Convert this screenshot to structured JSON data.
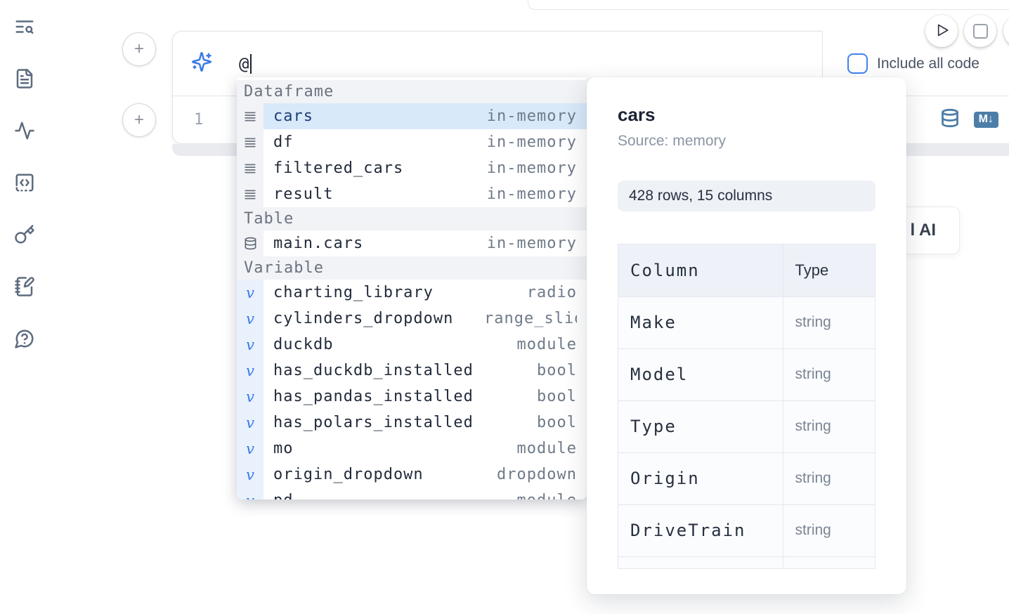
{
  "app": {
    "accent_blue": "#3b7ce4",
    "steel_blue": "#4d7ea8",
    "selection_blue": "#d8e9fa"
  },
  "sidebar": {
    "icons": [
      "text-search-icon",
      "file-text-icon",
      "activity-icon",
      "code-square-icon",
      "key-icon",
      "notebook-pen-icon",
      "help-circle-icon"
    ]
  },
  "run_controls": {
    "icons": [
      "play-icon",
      "stop-icon",
      "partial-button-icon"
    ]
  },
  "prompt": {
    "value": "@",
    "include_all_code_label": "Include all code",
    "checkbox_checked": false,
    "sparkle_icon": "sparkles-icon"
  },
  "editor": {
    "line_number": "1",
    "markdown_badge": "M↓",
    "database_icon": "database-icon"
  },
  "autocomplete": {
    "sections": [
      {
        "label": "Dataframe",
        "kind": "dataframe",
        "icon": "dataframe-rows-icon",
        "items": [
          {
            "name": "cars",
            "type": "in-memory",
            "selected": true
          },
          {
            "name": "df",
            "type": "in-memory"
          },
          {
            "name": "filtered_cars",
            "type": "in-memory"
          },
          {
            "name": "result",
            "type": "in-memory"
          }
        ]
      },
      {
        "label": "Table",
        "kind": "table",
        "icon": "database-icon",
        "items": [
          {
            "name": "main.cars",
            "type": "in-memory"
          }
        ]
      },
      {
        "label": "Variable",
        "kind": "variable",
        "icon": "variable-icon",
        "items": [
          {
            "name": "charting_library",
            "type": "radio"
          },
          {
            "name": "cylinders_dropdown",
            "type": "range_slider"
          },
          {
            "name": "duckdb",
            "type": "module"
          },
          {
            "name": "has_duckdb_installed",
            "type": "bool"
          },
          {
            "name": "has_pandas_installed",
            "type": "bool"
          },
          {
            "name": "has_polars_installed",
            "type": "bool"
          },
          {
            "name": "mo",
            "type": "module"
          },
          {
            "name": "origin_dropdown",
            "type": "dropdown"
          },
          {
            "name": "pd",
            "type": "module"
          }
        ]
      }
    ]
  },
  "preview": {
    "title": "cars",
    "source": "Source: memory",
    "shape": "428 rows, 15 columns",
    "table": {
      "headers": [
        "Column",
        "Type"
      ],
      "rows": [
        [
          "Make",
          "string"
        ],
        [
          "Model",
          "string"
        ],
        [
          "Type",
          "string"
        ],
        [
          "Origin",
          "string"
        ],
        [
          "DriveTrain",
          "string"
        ]
      ]
    }
  },
  "ai_card": {
    "label": "l AI"
  }
}
